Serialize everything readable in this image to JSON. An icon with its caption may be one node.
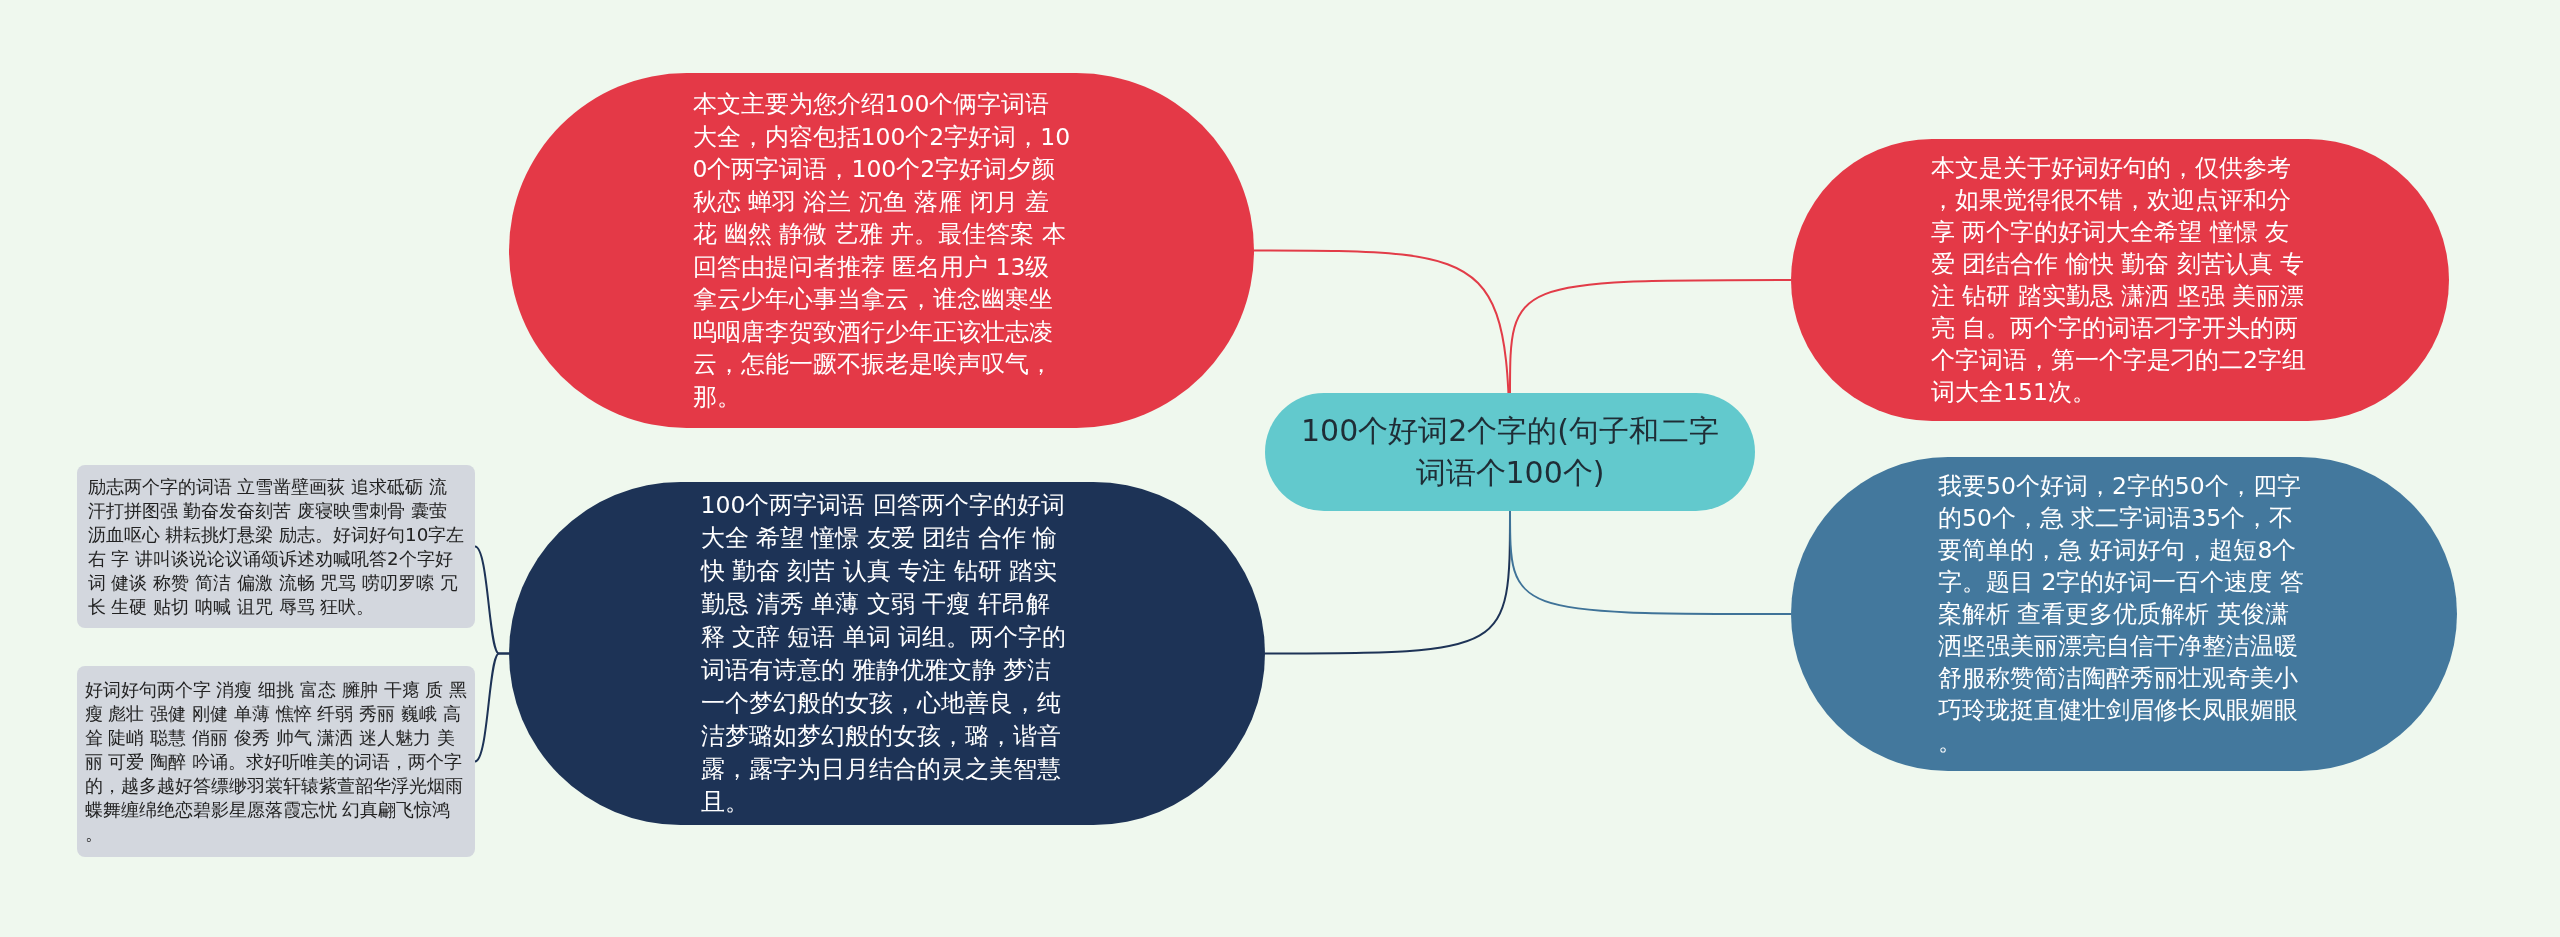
{
  "diagram": {
    "nodes": [
      {
        "text": [
          "100个好词2个字的(句子和二字词语个100个)"
        ]
      },
      {
        "text": [
          "本文主要为您介绍100个俩字词语大全，内容包括100个2字好词，100个两字词语，100个2字好词夕颜秋恋 蝉羽 浴兰 沉鱼 落雁 闭月 羞花 幽然 静微 艺雅 卉。最佳答案 本回答由提问者推荐 匿名用户 13级拿云少年心事当拿云，谁念幽寒坐呜咽唐李贺致酒行少年正该壮志凌云，怎能一蹶不振老是唉声叹气，那。"
        ]
      },
      {
        "text": [
          "本文是关于好词好句的，仅供参考，如果觉得很不错，欢迎点评和分享 两个字的好词大全希望 憧憬 友爱 团结合作 愉快 勤奋 刻苦认真 专注 钻研 踏实勤恳 潇洒 坚强 美丽漂亮 自。两个字的词语刁字开头的两个字词语，第一个字是刁的二2字组词大全151次。"
        ]
      },
      {
        "text": [
          "100个两字词语 回答两个字的好词大全 希望 憧憬 友爱 团结 合作 愉快 勤奋 刻苦 认真 专注 钻研 踏实勤恳 清秀 单薄 文弱 干瘦 轩昂解释 文辞 短语 单词 词组。两个字的词语有诗意的 雅静优雅文静 梦洁一个梦幻般的女孩，心地善良，纯洁梦璐如梦幻般的女孩，璐，谐音露，露字为日月结合的灵之美智慧且。"
        ]
      },
      {
        "text": [
          "我要50个好词，2字的50个，四字的50个，急 求二字词语35个，不要简单的，急 好词好句，超短8个字。题目 2字的好词一百个速度 答案解析 查看更多优质解析 英俊潇洒坚强美丽漂亮自信干净整洁温暖舒服称赞简洁陶醉秀丽壮观奇美小巧玲珑挺直健壮剑眉修长凤眼媚眼。"
        ]
      },
      {
        "text": [
          "励志两个字的词语 立雪凿壁画荻 追求砥砺 流汗打拼图强 勤奋发奋刻苦 废寝映雪刺骨 囊萤沥血呕心 耕耘挑灯悬梁 励志。好词好句10字左右 字 讲叫谈说论议诵颂诉述劝喊吼答2个字好词 健谈 称赞 简洁 偏激 流畅 咒骂 唠叨罗嗦 冗长 生硬 贴切 呐喊 诅咒 辱骂 狂吠。"
        ]
      },
      {
        "text": [
          "好词好句两个字 消瘦 细挑 富态 臃肿 干瘪 质 黑瘦 彪壮 强健 刚健 单薄 憔悴 纤弱 秀丽 巍峨 高耸 陡峭 聪慧 俏丽 俊秀 帅气 潇洒 迷人魅力 美丽 可爱 陶醉 吟诵。求好听唯美的词语，两个字的，越多越好答缥缈羽裳轩辕紫萱韶华浮光烟雨蝶舞缠绵绝恋碧影星愿落霞忘忧 幻真翩飞惊鸿。"
        ]
      }
    ],
    "edges": [
      {
        "from": 0,
        "to": 1,
        "arrow": "none",
        "color": "#e23c48"
      },
      {
        "from": 0,
        "to": 2,
        "arrow": "none",
        "color": "#e23c48"
      },
      {
        "from": 0,
        "to": 3,
        "arrow": "none"
      },
      {
        "from": 0,
        "to": 4,
        "arrow": "none",
        "color": "#3f7398"
      },
      {
        "from": 3,
        "to": 5,
        "arrow": "none"
      },
      {
        "from": 3,
        "to": 6,
        "arrow": "none"
      }
    ]
  }
}
